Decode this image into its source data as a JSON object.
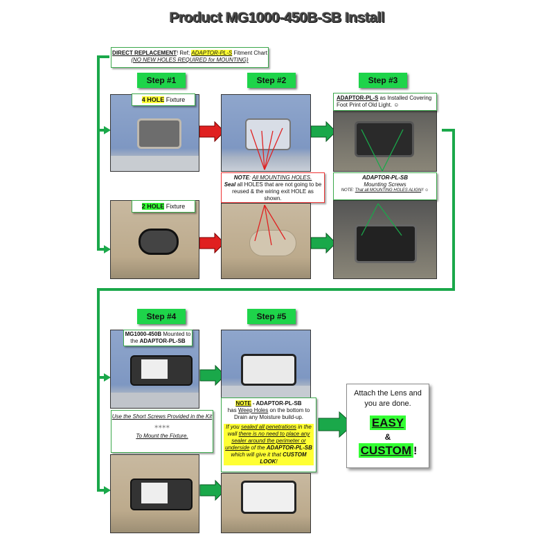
{
  "title": "Product MG1000-450B-SB Install",
  "intro": {
    "line1_bold": "DIRECT REPLACEMENT",
    "line1_mid": "! Ref; ",
    "line1_link": "ADAPTOR-PL-S",
    "line1_end": " Fitment Chart",
    "line2": "(NO NEW HOLES REQUIRED for MOUNTING)"
  },
  "steps": {
    "s1": "Step #1",
    "s2": "Step #2",
    "s3": "Step #3",
    "s4": "Step #4",
    "s5": "Step #5"
  },
  "labels": {
    "four_hole_bold": "4 HOLE",
    "four_hole_rest": " Fixture",
    "two_hole_bold": "2 HOLE",
    "two_hole_rest": " Fixture",
    "adaptor_installed_bold": "ADAPTOR-PL-S",
    "adaptor_installed_rest": " as Installed Covering Foot Print of Old Light. ☺",
    "mg_mounted_bold": "MG1000-450B",
    "mg_mounted_mid": " Mounted to the ",
    "mg_mounted_bold2": "ADAPTOR-PL-SB"
  },
  "note2": {
    "prefix": "NOTE",
    "colon": ": ",
    "line1": "All MOUNTING HOLES.",
    "seal": "Seal",
    "line2": " all HOLES that are not going to be reused & the wiring exit HOLE as shown."
  },
  "note3": {
    "title": "ADAPTOR-PL-SB",
    "subtitle": "Mounting Screws",
    "small_prefix": "NOTE: ",
    "small": "That all MOUNTING HOLES ALIGN",
    "small_end": "!! ☺"
  },
  "note4": {
    "line1": "Use the Short Screws Provided in the Kit",
    "line2": "To Mount the Fixture."
  },
  "note5": {
    "note_label": "NOTE",
    "note_title": " - ADAPTOR-PL-SB",
    "line_a": "has ",
    "weep": "Weep Holes",
    "line_b": " on the bottom to Drain any Moisture build-up.",
    "sealed_a": "If you ",
    "sealed_u": "sealed all penetrations",
    "sealed_b": " in the wall ",
    "sealed_c": "there is no need to place any sealer around the perimeter or underside",
    "sealed_d": " of the ",
    "sealed_e": "ADAPTOR-PL-SB",
    "sealed_f": " which will give it that ",
    "sealed_g": "CUSTOM LOOK",
    "sealed_h": "!"
  },
  "final": {
    "line1": "Attach the Lens and you are done.",
    "easy": "EASY",
    "amp": "&",
    "custom": "CUSTOM",
    "excl": "!"
  },
  "colors": {
    "step_green": "#1ed44a",
    "arrow_green": "#1aa84a",
    "arrow_red": "#e02020",
    "highlight_yellow": "#ffff33",
    "highlight_green": "#33ff33"
  }
}
